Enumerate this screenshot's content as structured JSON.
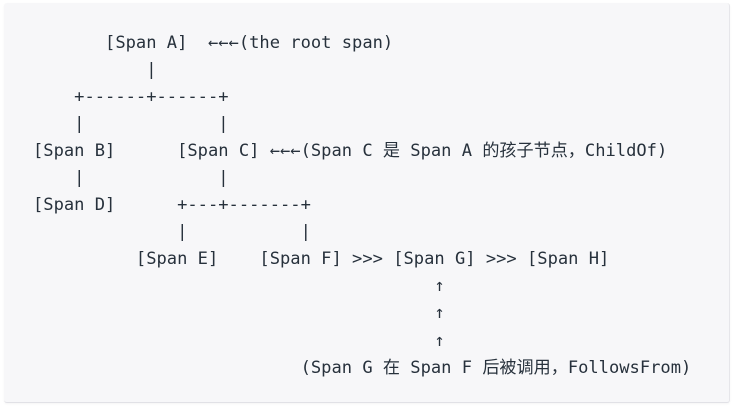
{
  "card": {
    "background_color": "#f7f7f9",
    "text_color": "#27313c",
    "kind": "ascii-diagram-code-block"
  },
  "diagram": {
    "type": "ascii-span-tree",
    "nodes": [
      "[Span A]",
      "[Span B]",
      "[Span C]",
      "[Span D]",
      "[Span E]",
      "[Span F]",
      "[Span G]",
      "[Span H]"
    ],
    "annotations": [
      "(the root span)",
      "(Span C 是 Span A 的孩子节点, ChildOf)",
      "(Span G 在 Span F 后被调用, FollowsFrom)"
    ],
    "arrow_left": "←←←",
    "arrow_up": "↑",
    "arrow_follows": ">>>",
    "lines": [
      "       [Span A]  ←←←(the root span)",
      "           |",
      "    +------+------+",
      "    |             |",
      "[Span B]      [Span C] ←←←(Span C 是 Span A 的孩子节点, ChildOf)",
      "    |             |",
      "[Span D]      +---+-------+",
      "              |           |",
      "          [Span E]    [Span F] >>> [Span G] >>> [Span H]",
      "                                       ↑",
      "                                       ↑",
      "                                       ↑",
      "                          (Span G 在 Span F 后被调用, FollowsFrom)"
    ],
    "segments": [
      [
        {
          "t": "       [Span A]  ←←←(the root span)",
          "cjk": false
        }
      ],
      [
        {
          "t": "           |",
          "cjk": false
        }
      ],
      [
        {
          "t": "    +------+------+",
          "cjk": false
        }
      ],
      [
        {
          "t": "    |             |",
          "cjk": false
        }
      ],
      [
        {
          "t": "[Span B]      [Span C] ←←←(Span C ",
          "cjk": false
        },
        {
          "t": "是",
          "cjk": true
        },
        {
          "t": " Span A ",
          "cjk": false
        },
        {
          "t": "的孩子节点，",
          "cjk": true
        },
        {
          "t": "ChildOf)",
          "cjk": false
        }
      ],
      [
        {
          "t": "    |             |",
          "cjk": false
        }
      ],
      [
        {
          "t": "[Span D]      +---+-------+",
          "cjk": false
        }
      ],
      [
        {
          "t": "              |           |",
          "cjk": false
        }
      ],
      [
        {
          "t": "          [Span E]    [Span F] >>> [Span G] >>> [Span H]",
          "cjk": false
        }
      ],
      [
        {
          "t": "                                       ↑",
          "cjk": false
        }
      ],
      [
        {
          "t": "                                       ↑",
          "cjk": false
        }
      ],
      [
        {
          "t": "                                       ↑",
          "cjk": false
        }
      ],
      [
        {
          "t": "                          (Span G ",
          "cjk": false
        },
        {
          "t": "在",
          "cjk": true
        },
        {
          "t": " Span F ",
          "cjk": false
        },
        {
          "t": "后被调用，",
          "cjk": true
        },
        {
          "t": "FollowsFrom)",
          "cjk": false
        }
      ]
    ]
  }
}
